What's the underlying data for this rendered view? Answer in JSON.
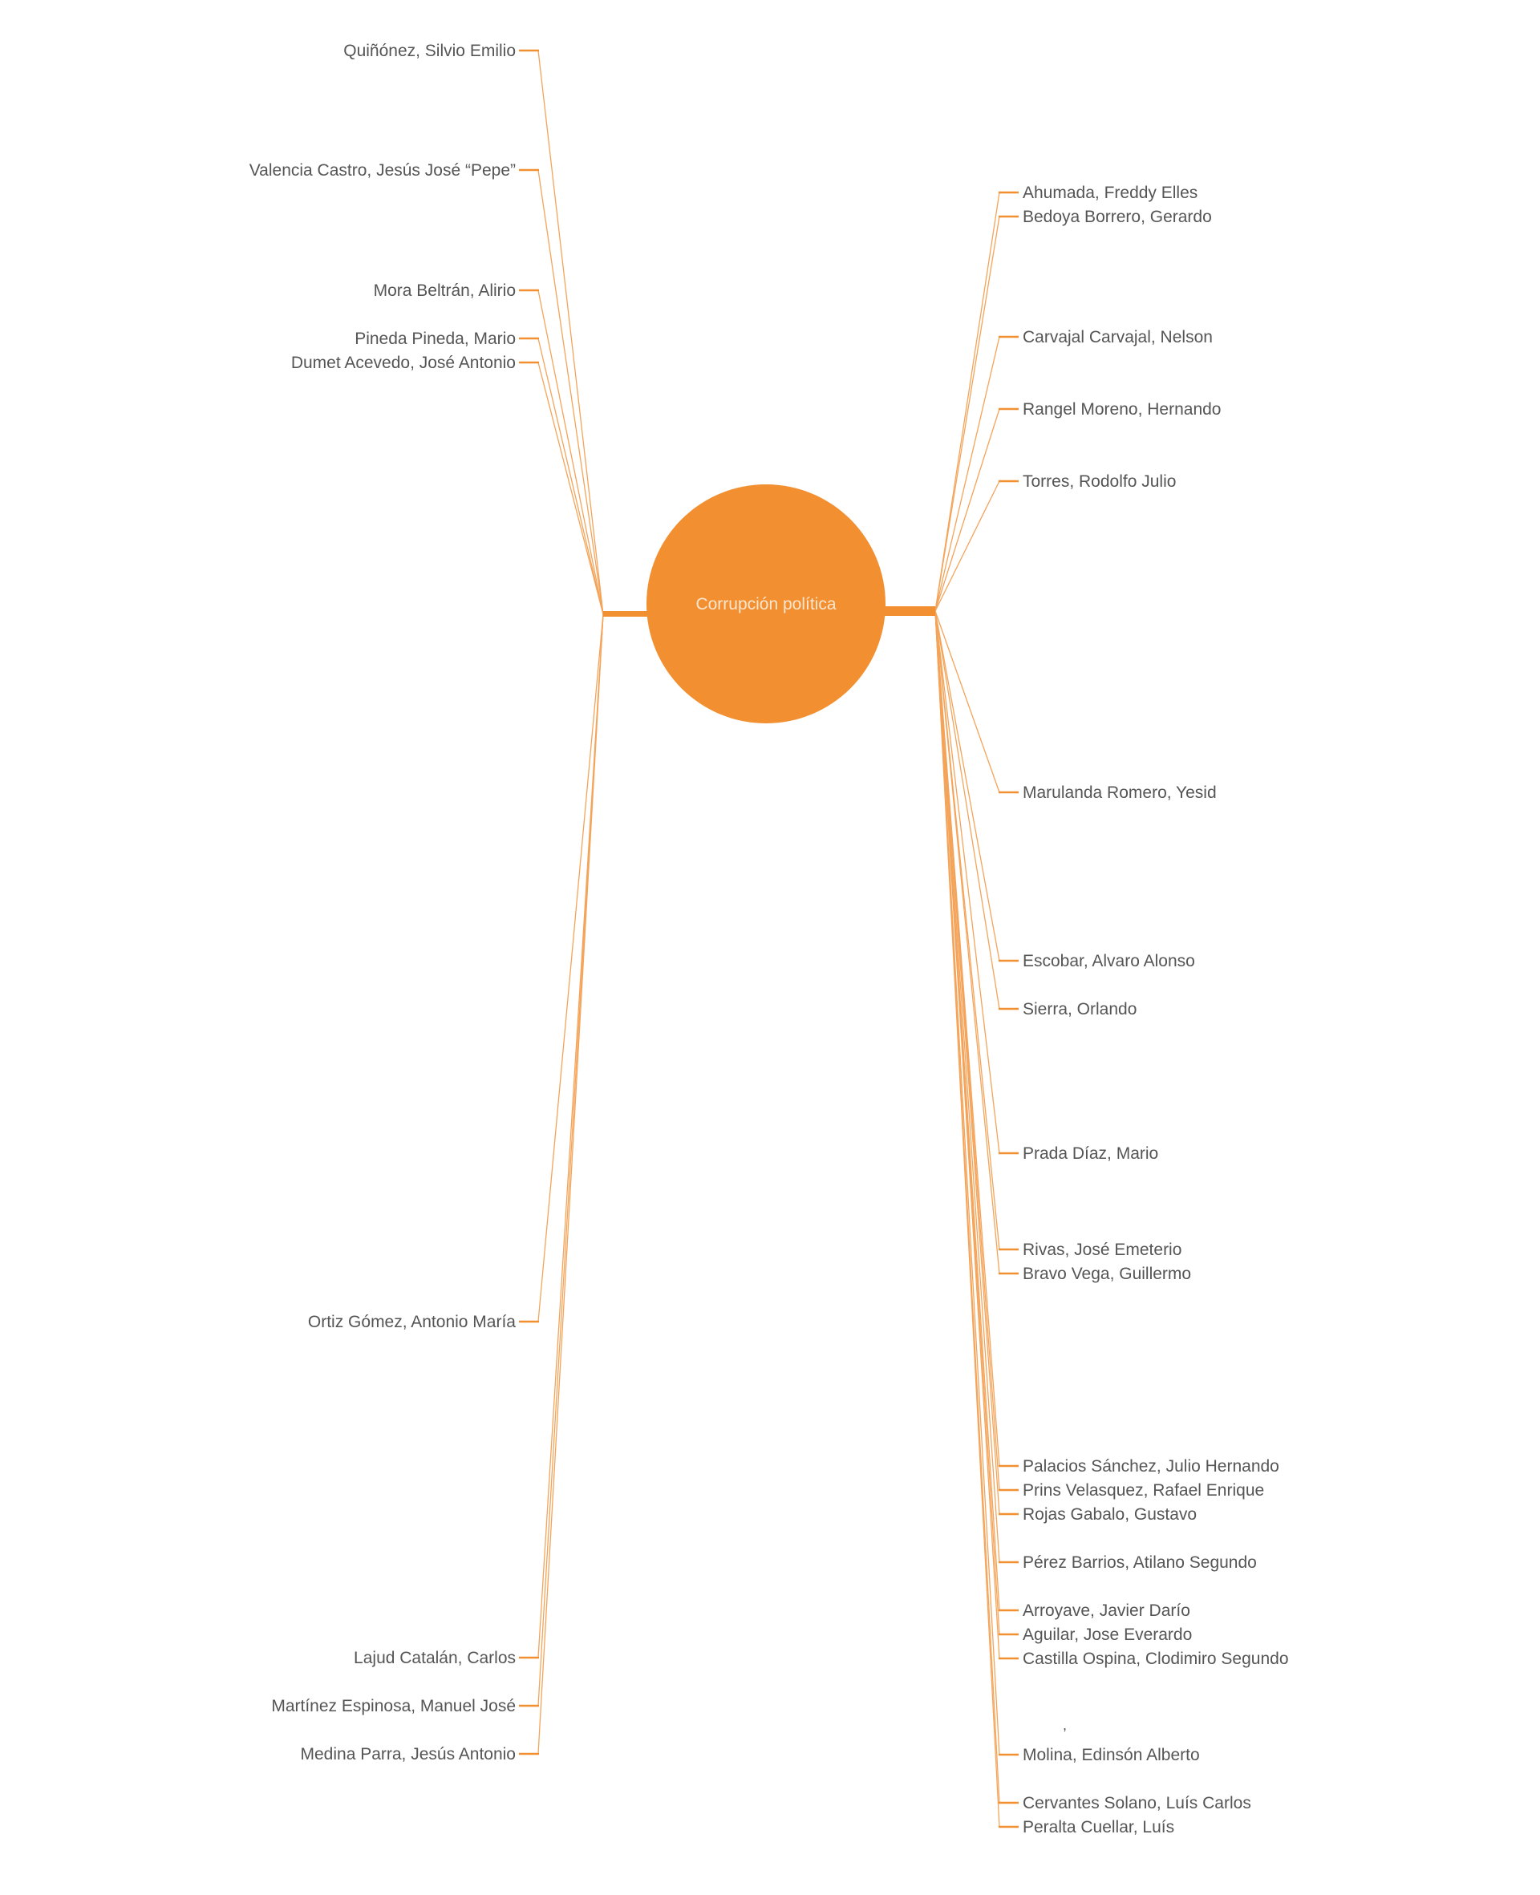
{
  "center": {
    "label": "Corrupción política",
    "color": "#f28f31"
  },
  "accent_color": "#f28f31",
  "line_color": "#f4a45a",
  "left_nodes": [
    "Quiñónez, Silvio Emilio",
    "Valencia Castro, Jesús José “Pepe”",
    "Mora Beltrán, Alirio",
    "Pineda Pineda, Mario",
    "Dumet Acevedo, José Antonio",
    "Ortiz Gómez, Antonio María",
    "Lajud Catalán, Carlos",
    "Martínez Espinosa, Manuel José",
    "Medina Parra, Jesús Antonio"
  ],
  "right_nodes": [
    "Ahumada, Freddy Elles",
    "Bedoya Borrero, Gerardo",
    "Carvajal Carvajal, Nelson",
    "Rangel Moreno, Hernando",
    "Torres, Rodolfo Julio",
    "Marulanda Romero, Yesid",
    "Escobar, Alvaro Alonso",
    "Sierra, Orlando",
    "Prada Díaz, Mario",
    "Rivas, José Emeterio",
    "Bravo Vega, Guillermo",
    "Palacios Sánchez, Julio Hernando",
    "Prins Velasquez, Rafael Enrique",
    "Rojas Gabalo, Gustavo",
    "Pérez Barrios, Atilano Segundo",
    "Arroyave, Javier Darío",
    "Aguilar, Jose Everardo",
    "Castilla Ospina, Clodimiro Segundo",
    "Molina, Edinsón Alberto",
    "Cervantes Solano, Luís Carlos",
    "Peralta Cuellar, Luís"
  ],
  "stray_mark": ","
}
